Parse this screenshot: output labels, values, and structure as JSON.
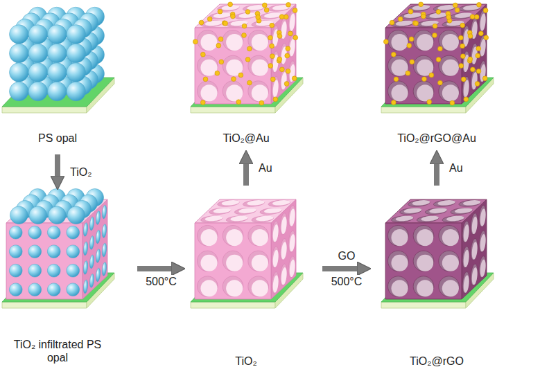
{
  "diagram": {
    "nodes": [
      {
        "text": [
          "PS opal"
        ]
      },
      {
        "text": [
          "TiO₂ infiltrated PS opal"
        ]
      },
      {
        "text": [
          "TiO₂"
        ]
      },
      {
        "text": [
          "TiO₂@Au"
        ]
      },
      {
        "text": [
          "TiO₂@rGO"
        ]
      },
      {
        "text": [
          "TiO₂@rGO@Au"
        ]
      }
    ],
    "edges": [
      {
        "from": 0,
        "to": 1,
        "arrow": "to",
        "label": "TiO₂"
      },
      {
        "from": 1,
        "to": 2,
        "arrow": "to",
        "label": "500°C"
      },
      {
        "from": 2,
        "to": 3,
        "arrow": "to",
        "label": "Au"
      },
      {
        "from": 2,
        "to": 4,
        "arrow": "to",
        "label": "GO"
      },
      {
        "from": 4,
        "to": 5,
        "arrow": "to",
        "label": "Au"
      }
    ],
    "labels": [
      "500°C"
    ]
  }
}
